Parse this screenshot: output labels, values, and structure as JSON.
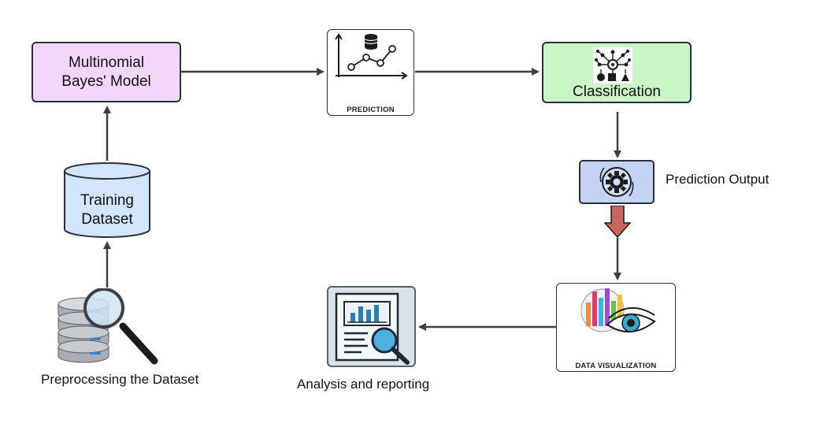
{
  "nodes": {
    "model": {
      "label_line1": "Multinomial",
      "label_line2": "Bayes' Model",
      "fill": "#f3d7fb"
    },
    "prediction": {
      "caption": "PREDICTION"
    },
    "classification": {
      "label": "Classification",
      "fill": "#c9f5c7"
    },
    "prediction_output": {
      "label": "Prediction Output",
      "fill": "#c3d3f1"
    },
    "data_visualization": {
      "caption": "DATA VISUALIZATION"
    },
    "analysis": {
      "label": "Analysis and reporting"
    },
    "training": {
      "label_line1": "Training",
      "label_line2": "Dataset",
      "fill": "#d3e5fb"
    },
    "preprocessing": {
      "label": "Preprocessing the Dataset"
    }
  },
  "colors": {
    "arrow": "#3a4049",
    "output_arrow": "#c8675c",
    "border": "#2b2f36"
  },
  "icons": [
    "chart-database-icon",
    "network-brain-icon",
    "gear-icon",
    "down-arrow-icon",
    "bar-chart-eye-icon",
    "report-magnifier-icon",
    "database-magnifier-icon"
  ]
}
